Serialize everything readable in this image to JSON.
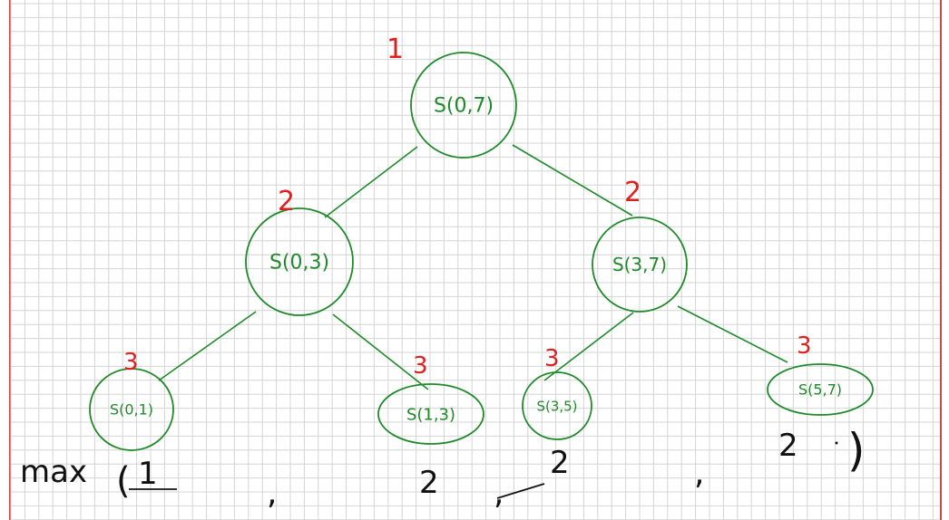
{
  "colors": {
    "grid": "#d4d4d4",
    "tree": "#1f8a2a",
    "level": "#e01f1f",
    "ink": "#111111"
  },
  "nodes": [
    {
      "id": "root",
      "label": "S(0,7)",
      "level": "1"
    },
    {
      "id": "left",
      "label": "S(0,3)",
      "level": "2"
    },
    {
      "id": "right",
      "label": "S(3,7)",
      "level": "2"
    },
    {
      "id": "ll",
      "label": "S(0,1)",
      "level": "3"
    },
    {
      "id": "lr",
      "label": "S(1,3)",
      "level": "3"
    },
    {
      "id": "rl",
      "label": "S(3,5)",
      "level": "3"
    },
    {
      "id": "rr",
      "label": "S(5,7)",
      "level": "3"
    }
  ],
  "bottom": {
    "prefix": "max",
    "open_paren": "(",
    "values": [
      "1",
      "2",
      "2",
      "2"
    ],
    "separator": ",",
    "close_paren": ")"
  }
}
